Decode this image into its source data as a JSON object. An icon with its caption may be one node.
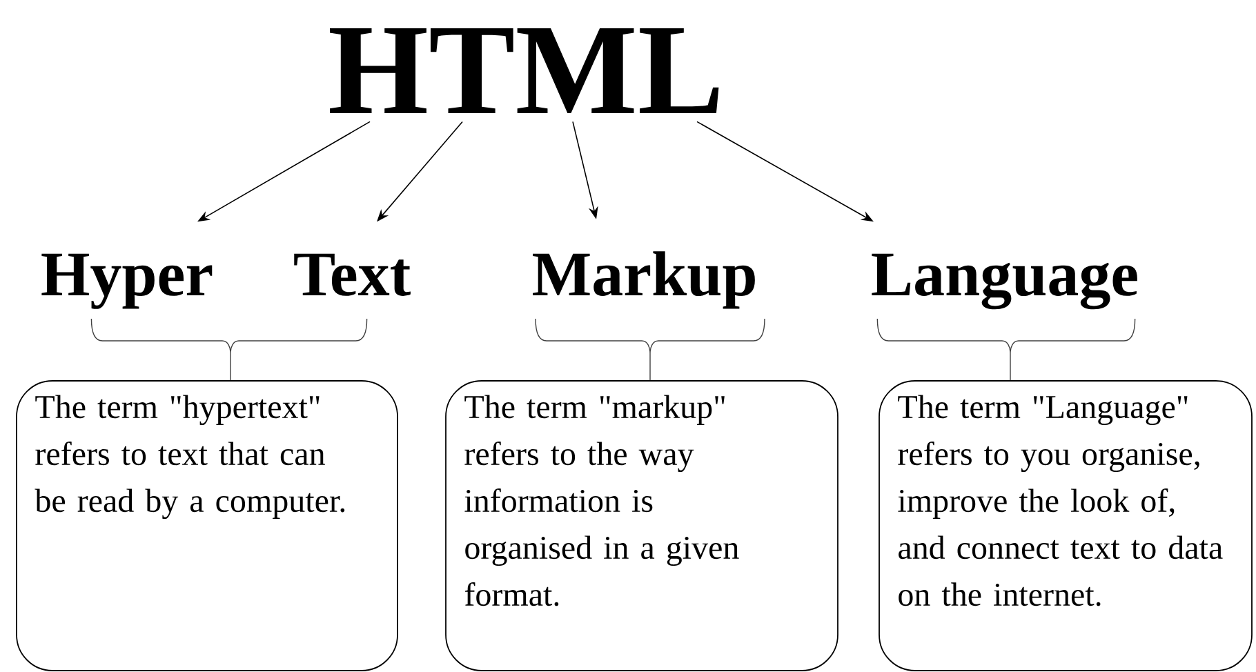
{
  "diagram": {
    "nodes": [
      {
        "text": [
          "HTML"
        ]
      },
      {
        "text": [
          "Hyper"
        ]
      },
      {
        "text": [
          "Text"
        ]
      },
      {
        "text": [
          "Markup"
        ]
      },
      {
        "text": [
          "Language"
        ]
      },
      {
        "text": [
          "The term \"hypertext\" refers to text that can be read by a computer."
        ]
      },
      {
        "text": [
          "The term \"markup\" refers to the way information is organised in a given format."
        ]
      },
      {
        "text": [
          "The term \"Language\" refers to you organise, improve the look of, and connect text to data on the internet."
        ]
      }
    ],
    "edges": [
      {
        "from": 0,
        "to": 1,
        "arrow": "to"
      },
      {
        "from": 0,
        "to": 2,
        "arrow": "to"
      },
      {
        "from": 0,
        "to": 3,
        "arrow": "to"
      },
      {
        "from": 0,
        "to": 4,
        "arrow": "to"
      },
      {
        "from": 1,
        "to": 5,
        "arrow": "none"
      },
      {
        "from": 2,
        "to": 5,
        "arrow": "none"
      },
      {
        "from": 3,
        "to": 6,
        "arrow": "none"
      },
      {
        "from": 4,
        "to": 7,
        "arrow": "none"
      }
    ]
  }
}
